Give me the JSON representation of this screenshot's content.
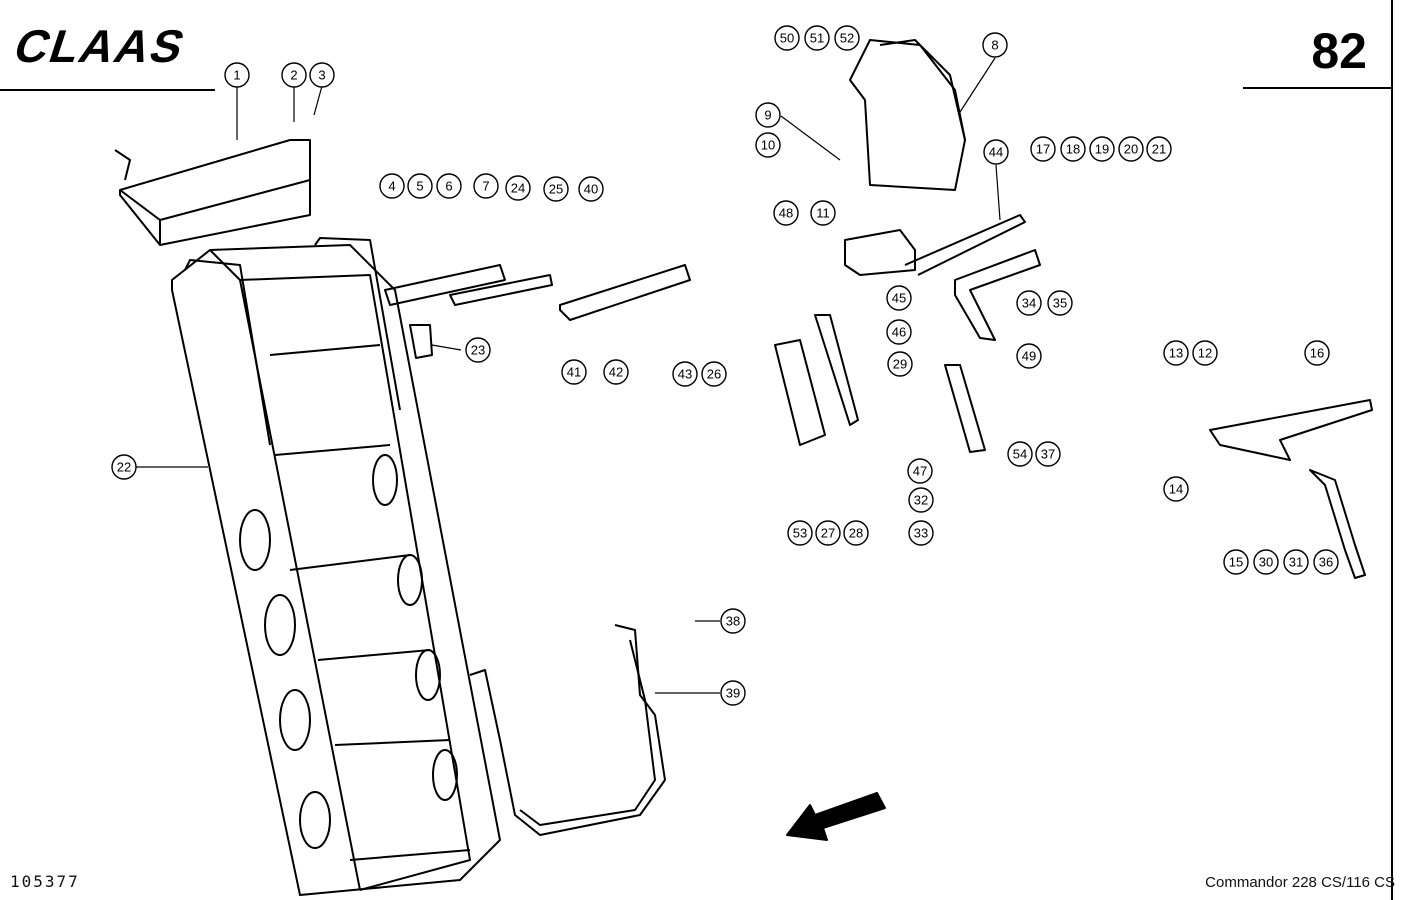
{
  "header": {
    "brand": "CLAAS",
    "page_number": "82"
  },
  "footer": {
    "drawing_number": "105377",
    "model": "Commandor 228 CS/116 CS"
  },
  "callouts": [
    "1",
    "2",
    "3",
    "4",
    "5",
    "6",
    "7",
    "24",
    "25",
    "40",
    "41",
    "42",
    "43",
    "26",
    "23",
    "22",
    "8",
    "9",
    "10",
    "48",
    "11",
    "50",
    "51",
    "52",
    "44",
    "17",
    "18",
    "19",
    "20",
    "21",
    "34",
    "35",
    "45",
    "46",
    "29",
    "49",
    "47",
    "32",
    "33",
    "54",
    "37",
    "53",
    "27",
    "28",
    "38",
    "39",
    "13",
    "12",
    "16",
    "14",
    "15",
    "30",
    "31",
    "36"
  ]
}
